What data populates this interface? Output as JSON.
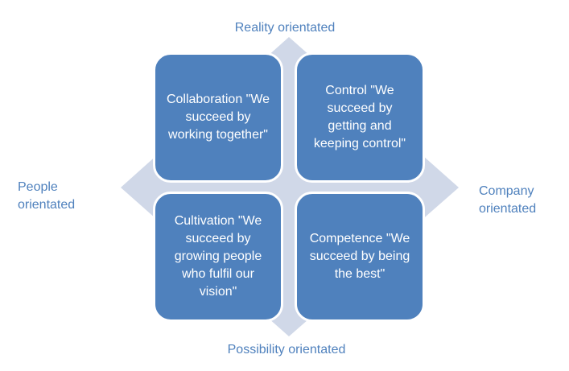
{
  "axes": {
    "top": "Reality orientated",
    "bottom": "Possibility orientated",
    "left": "People\norientated",
    "right": "Company\norientated"
  },
  "quadrants": {
    "top_left": "Collaboration \"We succeed by working together\"",
    "top_right": "Control \"We succeed by getting and keeping control\"",
    "bottom_left": "Cultivation \"We succeed by growing people who fulfil our vision\"",
    "bottom_right": "Competence \"We succeed by being the best\""
  },
  "colors": {
    "quadrant_fill": "#4f81bd",
    "backdrop_diamond": "#d0d8e8",
    "label_text": "#4f81bd"
  }
}
